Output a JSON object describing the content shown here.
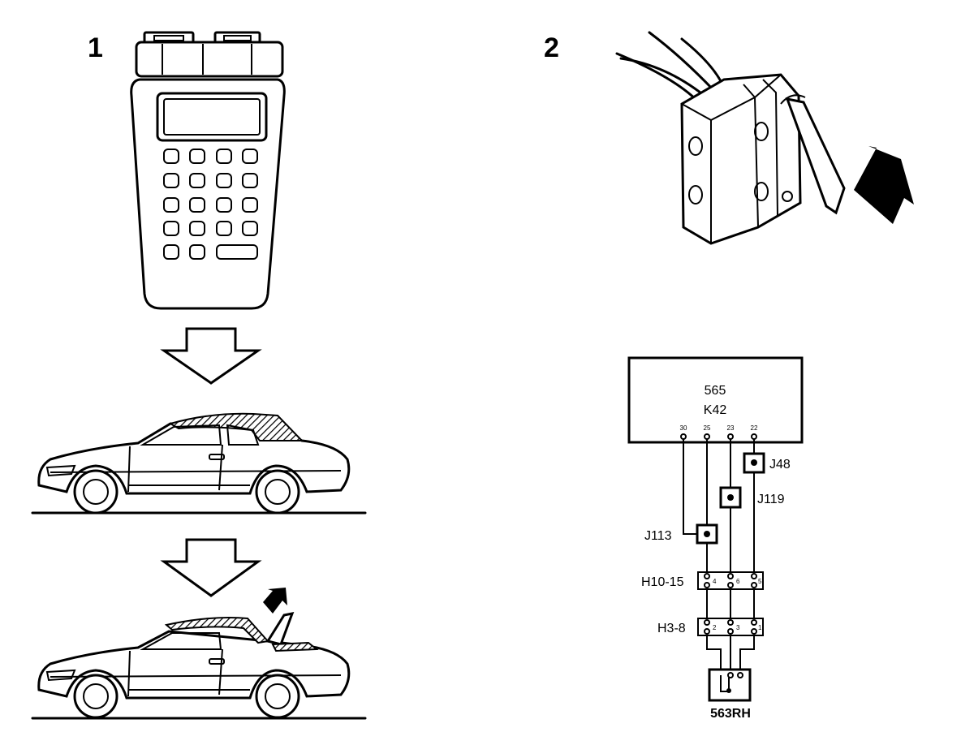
{
  "panels": {
    "left_label": "1",
    "right_label": "2"
  },
  "module": {
    "number": "565",
    "code": "K42"
  },
  "pins": [
    "30",
    "25",
    "23",
    "22"
  ],
  "joints": {
    "j48": "J48",
    "j119": "J119",
    "j113": "J113"
  },
  "connectors": {
    "h10": {
      "label": "H10-15",
      "pins": [
        "4",
        "6",
        "5"
      ]
    },
    "h3": {
      "label": "H3-8",
      "pins": [
        "2",
        "3",
        "1"
      ]
    }
  },
  "switch_label": "563RH"
}
